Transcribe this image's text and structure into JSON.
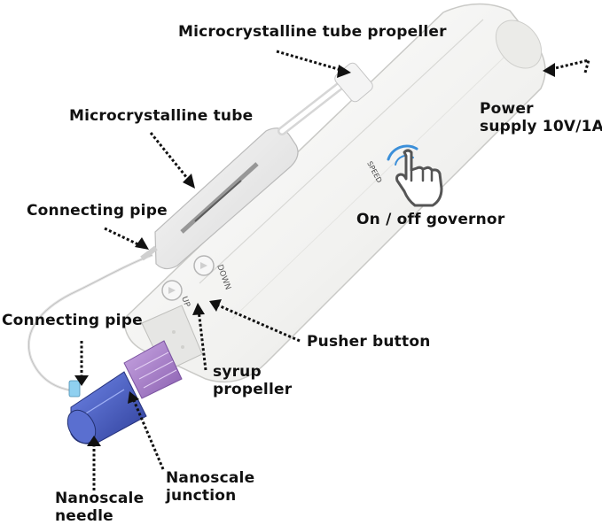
{
  "labels": {
    "tube_propeller": "Microcrystalline tube propeller",
    "power_line1": "Power",
    "power_line2": "supply 10V/1A",
    "micro_tube": "Microcrystalline tube",
    "connecting_pipe_top": "Connecting pipe",
    "governor": "On / off governor",
    "connecting_pipe_left": "Connecting pipe",
    "pusher_button": "Pusher button",
    "syrup_line1": "syrup",
    "syrup_line2": "propeller",
    "nano_junction_line1": "Nanoscale",
    "nano_junction_line2": "junction",
    "nano_needle_line1": "Nanoscale",
    "nano_needle_line2": "needle"
  },
  "device_text": {
    "speed": "SPEED",
    "down": "DOWN",
    "up": "UP"
  },
  "colors": {
    "body": "#f3f3f1",
    "outline": "#c9c9c6",
    "purple": "#a77fc9",
    "needle_blue": "#4a5fc2",
    "accent_blue": "#3b8fd9",
    "arrow": "#111111"
  },
  "icons": [
    "hand-pointer-icon"
  ]
}
